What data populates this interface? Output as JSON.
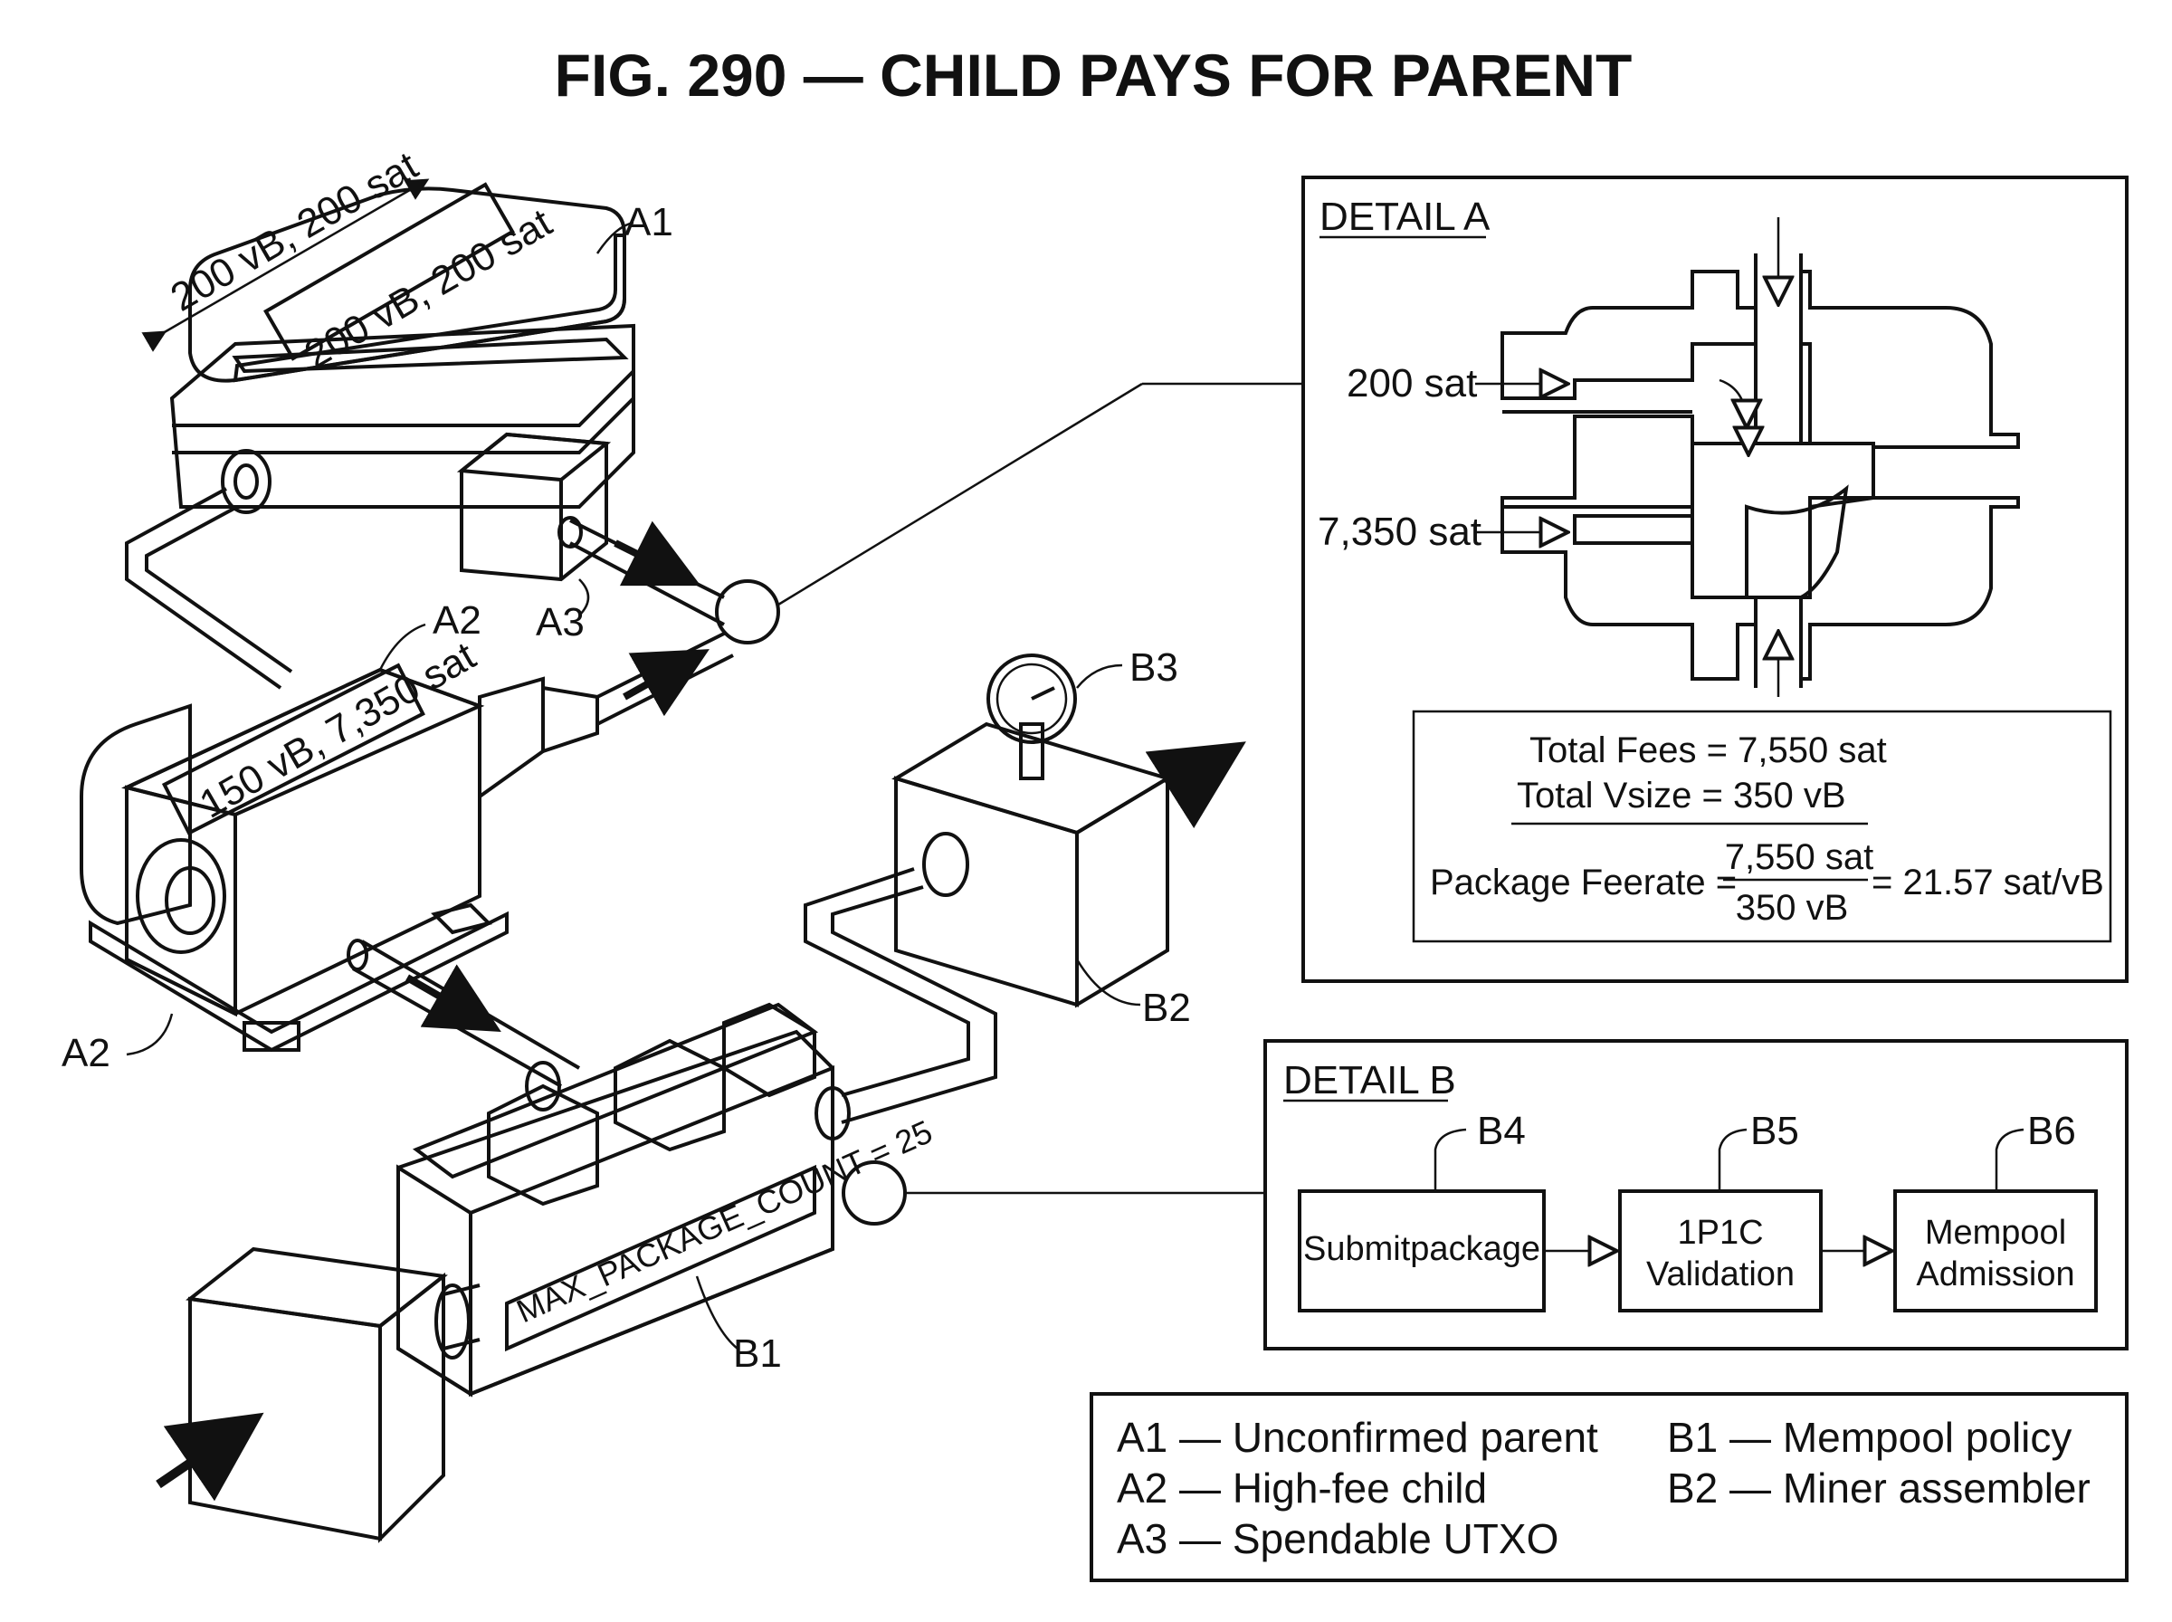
{
  "title": "FIG. 290 — CHILD PAYS FOR PARENT",
  "illustration": {
    "a1_dim": "200 vB, 200 sat",
    "a1_plate": "200 vB, 200 sat",
    "a2_plate": "150 vB, 7,350 sat",
    "b1_plate": "MAX_PACKAGE_COUNT = 25",
    "labels": {
      "a1": "A1",
      "a2_top": "A2",
      "a2_bottom": "A2",
      "a3": "A3",
      "b1": "B1",
      "b2": "B2",
      "b3": "B3"
    }
  },
  "detail_a": {
    "title": "DETAIL A",
    "in_top": "200 sat",
    "in_bottom": "7,350 sat",
    "total_fees": "Total Fees = 7,550 sat",
    "total_vsize": "Total Vsize = 350 vB",
    "feerate_label": "Package Feerate =",
    "feerate_num": "7,550 sat",
    "feerate_den": "350 vB",
    "feerate_result": "= 21.57 sat/vB"
  },
  "detail_b": {
    "title": "DETAIL B",
    "nodes": [
      {
        "ref": "B4",
        "lines": [
          "Submitpackage"
        ]
      },
      {
        "ref": "B5",
        "lines": [
          "1P1C",
          "Validation"
        ]
      },
      {
        "ref": "B6",
        "lines": [
          "Mempool",
          "Admission"
        ]
      }
    ]
  },
  "legend": {
    "left": [
      "A1 — Unconfirmed parent",
      "A2 — High-fee child",
      "A3 — Spendable UTXO"
    ],
    "right": [
      "B1 — Mempool policy",
      "B2 — Miner assembler"
    ]
  },
  "colors": {
    "ink": "#111111",
    "paper": "#ffffff"
  }
}
